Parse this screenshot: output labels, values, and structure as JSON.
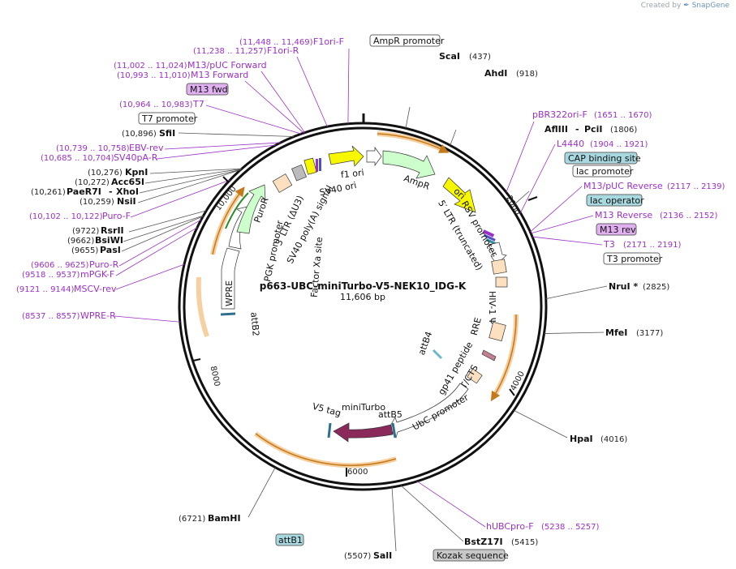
{
  "header": {
    "credit_prefix": "Created by",
    "credit_brand": "SnapGene"
  },
  "plasmid": {
    "name": "p663-UBC-miniTurbo-V5-NEK10_IDG-K",
    "length_label": "11,606 bp",
    "length": 11606
  },
  "ticks": [
    {
      "label": "2000",
      "pos": 2000
    },
    {
      "label": "4000",
      "pos": 4000
    },
    {
      "label": "6000",
      "pos": 6000
    },
    {
      "label": "8000",
      "pos": 8000
    },
    {
      "label": "10,000",
      "pos": 10000
    }
  ],
  "sites": [
    {
      "name": "ScaI",
      "pos_label": "(437)",
      "pos": 437
    },
    {
      "name": "AhdI",
      "pos_label": "(918)",
      "pos": 918
    },
    {
      "name": "AflIII",
      "extra": "PciI",
      "pos_label": "(1806)",
      "pos": 1806
    },
    {
      "name": "NruI *",
      "pos_label": "(2825)",
      "pos": 2825
    },
    {
      "name": "MfeI",
      "pos_label": "(3177)",
      "pos": 3177
    },
    {
      "name": "HpaI",
      "pos_label": "(4016)",
      "pos": 4016
    },
    {
      "name": "BstZ17I",
      "pos_label": "(5415)",
      "pos": 5415
    },
    {
      "name": "SalI",
      "pos_label": "(5507)",
      "pos": 5507
    },
    {
      "name": "BamHI",
      "pos_label": "(6721)",
      "pos": 6721
    },
    {
      "name": "RsrII",
      "pos_label": "(9722)",
      "pos": 9722
    },
    {
      "name": "BsiWI",
      "pos_label": "(9662)",
      "pos": 9662
    },
    {
      "name": "PasI",
      "pos_label": "(9655)",
      "pos": 9655
    },
    {
      "name": "NsiI",
      "pos_label": "(10,259)",
      "pos": 10259
    },
    {
      "name": "PaeR7I",
      "extra": "XhoI",
      "pos_label": "(10,261)",
      "pos": 10261
    },
    {
      "name": "Acc65I",
      "pos_label": "(10,272)",
      "pos": 10272
    },
    {
      "name": "KpnI",
      "pos_label": "(10,276)",
      "pos": 10276
    },
    {
      "name": "SfiI",
      "pos_label": "(10,896)",
      "pos": 10896
    }
  ],
  "primers": [
    {
      "name": "F1ori-F",
      "range": "(11,448 .. 11,469)",
      "pos": 11458
    },
    {
      "name": "F1ori-R",
      "range": "(11,238 .. 11,257)",
      "pos": 11247
    },
    {
      "name": "M13/pUC Forward",
      "range": "(11,002 .. 11,024)",
      "pos": 11013
    },
    {
      "name": "M13 Forward",
      "range": "(10,993 .. 11,010)",
      "pos": 11001
    },
    {
      "name": "T7",
      "range": "(10,964 .. 10,983)",
      "pos": 10973
    },
    {
      "name": "EBV-rev",
      "range": "(10,739 .. 10,758)",
      "pos": 10748
    },
    {
      "name": "SV40pA-R",
      "range": "(10,685 .. 10,704)",
      "pos": 10694
    },
    {
      "name": "Puro-F",
      "range": "(10,102 .. 10,122)",
      "pos": 10112
    },
    {
      "name": "Puro-R",
      "range": "(9606 .. 9625)",
      "pos": 9615
    },
    {
      "name": "mPGK-F",
      "range": "(9518 .. 9537)",
      "pos": 9527
    },
    {
      "name": "MSCV-rev",
      "range": "(9121 .. 9144)",
      "pos": 9132
    },
    {
      "name": "WPRE-R",
      "range": "(8537 .. 8557)",
      "pos": 8547
    },
    {
      "name": "pBR322ori-F",
      "range": "(1651 .. 1670)",
      "pos": 1660
    },
    {
      "name": "L4440",
      "range": "(1904 .. 1921)",
      "pos": 1912
    },
    {
      "name": "M13/pUC Reverse",
      "range": "(2117 .. 2139)",
      "pos": 2128
    },
    {
      "name": "M13 Reverse",
      "range": "(2136 .. 2152)",
      "pos": 2144
    },
    {
      "name": "T3",
      "range": "(2171 .. 2191)",
      "pos": 2181
    },
    {
      "name": "hUBCpro-F",
      "range": "(5238 .. 5257)",
      "pos": 5247
    }
  ],
  "boxed_labels": [
    {
      "text": "AmpR promoter",
      "style": "white"
    },
    {
      "text": "M13 fwd",
      "style": "purple"
    },
    {
      "text": "T7 promoter",
      "style": "white"
    },
    {
      "text": "CAP binding site",
      "style": "teal"
    },
    {
      "text": "lac promoter",
      "style": "white"
    },
    {
      "text": "lac operator",
      "style": "teal"
    },
    {
      "text": "M13 rev",
      "style": "purple"
    },
    {
      "text": "T3 promoter",
      "style": "white"
    },
    {
      "text": "attB1",
      "style": "teal"
    },
    {
      "text": "Kozak sequence",
      "style": "gray"
    }
  ],
  "features": {
    "f1_ori": "f1 ori",
    "ampr": "AmpR",
    "ori": "ori",
    "rsv_promoter": "RSV promoter",
    "ltr5": "5′ LTR (truncated)",
    "hiv_psi": "HIV-1 Ψ",
    "rre": "RRE",
    "attb4": "attB4",
    "gp41": "gp41 peptide",
    "cppt": "cPPT/CTS",
    "ubc_promoter": "UbC promoter",
    "attb5": "attB5",
    "miniturbo": "miniTurbo",
    "v5_tag": "V5 tag",
    "attb2": "attB2",
    "wpre": "WPRE",
    "pgk_promoter": "PGK promoter",
    "puror": "PuroR",
    "ltr3": "3′ LTR (ΔU3)",
    "sv40_polya": "SV40 poly(A) signal",
    "sv40_ori": "SV40 ori",
    "factor_xa": "Factor Xa site"
  },
  "colors": {
    "f1_ori": "#f7f700",
    "ampr": "#ccffcc",
    "ori": "#f7f700",
    "puror": "#ccffcc",
    "miniturbo": "#8b2a5a",
    "orange_bands": "#f0b060",
    "primer": "#9b30c8",
    "teal_box": "#a8d8e0",
    "purple_box": "#e0b0f0"
  }
}
